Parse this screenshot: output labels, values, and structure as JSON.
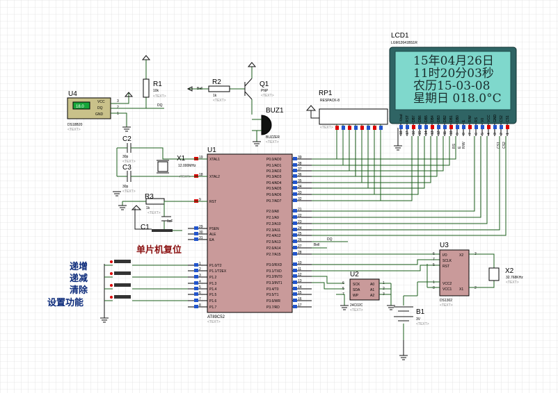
{
  "lcd": {
    "ref": "LCD1",
    "model": "LGM12641BS1R",
    "lines": [
      "15年04月26日",
      "11时20分03秒",
      "农历15-03-08",
      "星期日  018.0°C"
    ],
    "pins": [
      "CS1",
      "CS2",
      "GND",
      "VCC",
      "V0",
      "RS",
      "R/W",
      "E",
      "DB0",
      "DB1",
      "DB2",
      "DB3",
      "DB4",
      "DB5",
      "DB6",
      "DB7",
      "RST",
      "-Vout"
    ],
    "pin_numbers": [
      "1",
      "2",
      "3",
      "4",
      "5",
      "6",
      "7",
      "8",
      "9",
      "10",
      "11",
      "12",
      "13",
      "14",
      "15",
      "16",
      "17",
      "18"
    ],
    "bus_labels": [
      "RS",
      "R/W",
      "E",
      "CS1",
      "CS2"
    ]
  },
  "mcu": {
    "ref": "U1",
    "part": "AT89C52",
    "text": "<TEXT>",
    "left_pins": [
      {
        "num": "19",
        "name": "XTAL1"
      },
      {
        "num": "18",
        "name": "XTAL2"
      },
      {
        "num": "9",
        "name": "RST"
      },
      {
        "num": "29",
        "name": "PSEN"
      },
      {
        "num": "30",
        "name": "ALE"
      },
      {
        "num": "31",
        "name": "EA"
      },
      {
        "num": "1",
        "name": "P1.0/T2"
      },
      {
        "num": "2",
        "name": "P1.1/T2EX"
      },
      {
        "num": "3",
        "name": "P1.2"
      },
      {
        "num": "4",
        "name": "P1.3"
      },
      {
        "num": "5",
        "name": "P1.4"
      },
      {
        "num": "6",
        "name": "P1.5"
      },
      {
        "num": "7",
        "name": "P1.6"
      },
      {
        "num": "8",
        "name": "P1.7"
      }
    ],
    "right_pins": [
      {
        "num": "39",
        "name": "P0.0/AD0"
      },
      {
        "num": "38",
        "name": "P0.1/AD1"
      },
      {
        "num": "37",
        "name": "P0.2/AD2"
      },
      {
        "num": "36",
        "name": "P0.3/AD3"
      },
      {
        "num": "35",
        "name": "P0.4/AD4"
      },
      {
        "num": "34",
        "name": "P0.5/AD5"
      },
      {
        "num": "33",
        "name": "P0.6/AD6"
      },
      {
        "num": "32",
        "name": "P0.7/AD7"
      },
      {
        "num": "21",
        "name": "P2.0/A8"
      },
      {
        "num": "22",
        "name": "P2.1/A9"
      },
      {
        "num": "23",
        "name": "P2.2/A10"
      },
      {
        "num": "24",
        "name": "P2.3/A11"
      },
      {
        "num": "25",
        "name": "P2.4/A12"
      },
      {
        "num": "26",
        "name": "P2.5/A13"
      },
      {
        "num": "27",
        "name": "P2.6/A14"
      },
      {
        "num": "28",
        "name": "P2.7/A15"
      },
      {
        "num": "10",
        "name": "P3.0/RXD"
      },
      {
        "num": "11",
        "name": "P3.1/TXD"
      },
      {
        "num": "12",
        "name": "P3.2/INT0"
      },
      {
        "num": "13",
        "name": "P3.3/INT1"
      },
      {
        "num": "14",
        "name": "P3.4/T0"
      },
      {
        "num": "15",
        "name": "P3.5/T1"
      },
      {
        "num": "16",
        "name": "P3.6/WR"
      },
      {
        "num": "17",
        "name": "P3.7/RD"
      }
    ],
    "net_labels": [
      "DQ",
      "Bell"
    ]
  },
  "u4": {
    "ref": "U4",
    "part": "DS18B20",
    "display": "18.0",
    "pins": [
      "VCC",
      "DQ",
      "GND"
    ],
    "pin_numbers": [
      "3",
      "2",
      "1"
    ],
    "net": "DQ",
    "text": "<TEXT>"
  },
  "r1": {
    "ref": "R1",
    "value": "10k",
    "text": "<TEXT>"
  },
  "r2": {
    "ref": "R2",
    "value": "1k",
    "net": "Bell",
    "text": "<TEXT>"
  },
  "q1": {
    "ref": "Q1",
    "type": "PNP",
    "text": "<TEXT>"
  },
  "buz1": {
    "ref": "BUZ1",
    "part": "BUZZER",
    "text": "<TEXT>"
  },
  "rp1": {
    "ref": "RP1",
    "part": "RESPACK-8",
    "text": "<TEXT>"
  },
  "c2": {
    "ref": "C2",
    "value": "30p",
    "text": "<TEXT>"
  },
  "c3": {
    "ref": "C3",
    "value": "30p",
    "text": "<TEXT>"
  },
  "x1": {
    "ref": "X1",
    "value": "12.000MHz",
    "text": "<TEXT>"
  },
  "r3": {
    "ref": "R3",
    "value": "1k",
    "text": "<TEXT>"
  },
  "c1": {
    "ref": "C1",
    "value": "1uF",
    "text": "<TEXT>"
  },
  "reset_label": "单片机复位",
  "buttons": [
    "递增",
    "递减",
    "清除",
    "设置功能"
  ],
  "u2": {
    "ref": "U2",
    "part": "24C02C",
    "pins_left": [
      "SCK",
      "SDA",
      "WP"
    ],
    "pins_right": [
      "A0",
      "A1",
      "A2"
    ],
    "nums_left": [
      "6",
      "5",
      "7"
    ],
    "nums_right": [
      "1",
      "2",
      "3"
    ],
    "text": "<TEXT>"
  },
  "u3": {
    "ref": "U3",
    "part": "DS1302",
    "pins_left": [
      "I/O",
      "SCLK",
      "RST",
      "VCC2",
      "VCC1"
    ],
    "pins_right": [
      "X2",
      "X1"
    ],
    "nums_left": [
      "6",
      "7",
      "5",
      "1",
      "8"
    ],
    "nums_right": [
      "3",
      "2"
    ],
    "text": "<TEXT>"
  },
  "x2": {
    "ref": "X2",
    "value": "32.768KHz",
    "text": "<TEXT>"
  },
  "b1": {
    "ref": "B1",
    "value": "3V",
    "text": "<TEXT>"
  }
}
